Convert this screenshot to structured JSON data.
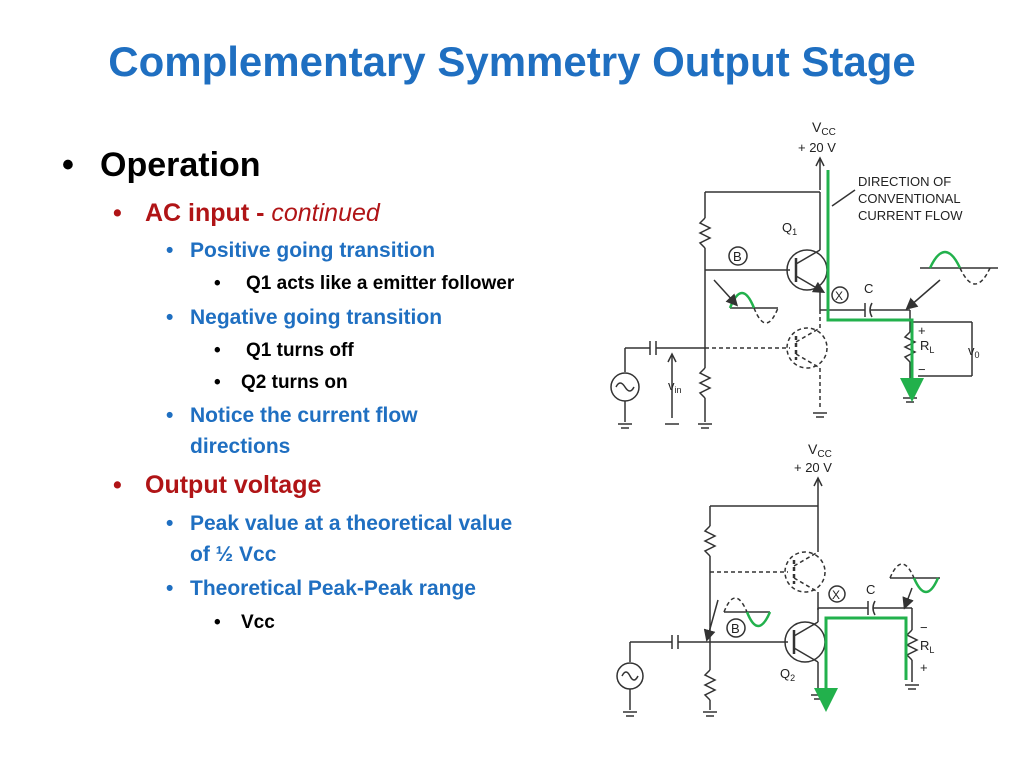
{
  "slide": {
    "title": "Complementary Symmetry Output Stage",
    "bullets": {
      "operation": "Operation",
      "ac_input": "AC input -",
      "ac_input_continued": "continued",
      "positive_going": "Positive going transition",
      "q1_emitter_follower": "Q1 acts like a emitter follower",
      "negative_going": "Negative going transition",
      "q1_turns_off": "Q1 turns off",
      "q2_turns_on": "Q2 turns on",
      "notice_line1": "Notice the current flow",
      "notice_line2": "directions",
      "output_voltage": "Output voltage",
      "peak_line1": "Peak value at a theoretical value",
      "peak_line2": "of  ½ Vcc",
      "theoretical_range": "Theoretical Peak-Peak range",
      "vcc": "Vcc"
    },
    "bullet_glyph": "•"
  },
  "diagram_top": {
    "vcc_label": "V",
    "vcc_sub": "CC",
    "vcc_value": "+ 20 V",
    "direction_line1": "DIRECTION OF",
    "direction_line2": "CONVENTIONAL",
    "direction_line3": "CURRENT FLOW",
    "q1_label": "Q",
    "q1_sub": "1",
    "node_b": "B",
    "node_x": "X",
    "cap_c": "C",
    "rl_label": "R",
    "rl_sub": "L",
    "vo_label": "v",
    "vo_sub": "0",
    "vin_label": "v",
    "vin_sub": "in",
    "plus": "+",
    "minus": "−"
  },
  "diagram_bottom": {
    "vcc_label": "V",
    "vcc_sub": "CC",
    "vcc_value": "+ 20 V",
    "q2_label": "Q",
    "q2_sub": "2",
    "node_b": "B",
    "node_x": "X",
    "cap_c": "C",
    "rl_label": "R",
    "rl_sub": "L",
    "plus": "+",
    "minus": "−"
  },
  "colors": {
    "title": "#1f6fc1",
    "level2": "#b01416",
    "level3": "#1f6fc1",
    "current_flow": "#22b14c"
  }
}
